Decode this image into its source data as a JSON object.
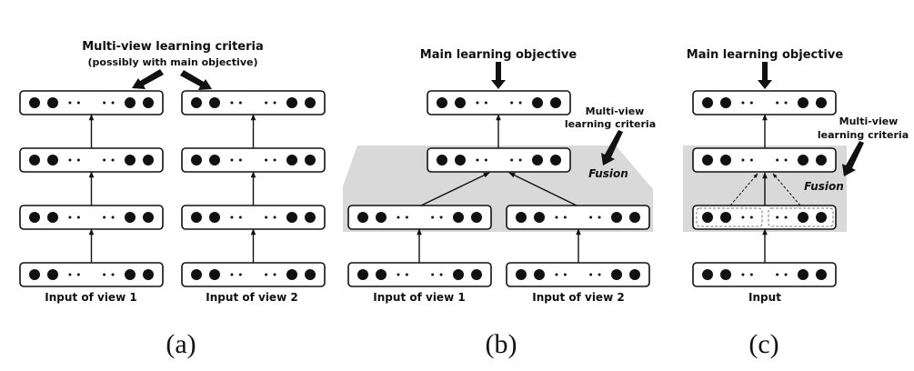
{
  "panels": [
    {
      "id": "a",
      "caption": "(a)",
      "top_label_line1": "Multi-view learning criteria",
      "top_label_line2": "(possibly with main objective)",
      "inputs": [
        "Input of view 1",
        "Input of view 2"
      ]
    },
    {
      "id": "b",
      "caption": "(b)",
      "top_label": "Main learning objective",
      "side_label_line1": "Multi-view",
      "side_label_line2": "learning criteria",
      "fusion_label": "Fusion",
      "inputs": [
        "Input of view 1",
        "Input of view 2"
      ]
    },
    {
      "id": "c",
      "caption": "(c)",
      "top_label": "Main learning objective",
      "side_label_line1": "Multi-view",
      "side_label_line2": "learning criteria",
      "fusion_label": "Fusion",
      "inputs": [
        "Input"
      ]
    }
  ],
  "layer_glyph": {
    "ellipsis": "·· ··"
  },
  "colors": {
    "fusion_region": "#d9d9d9",
    "stroke": "#111111"
  }
}
